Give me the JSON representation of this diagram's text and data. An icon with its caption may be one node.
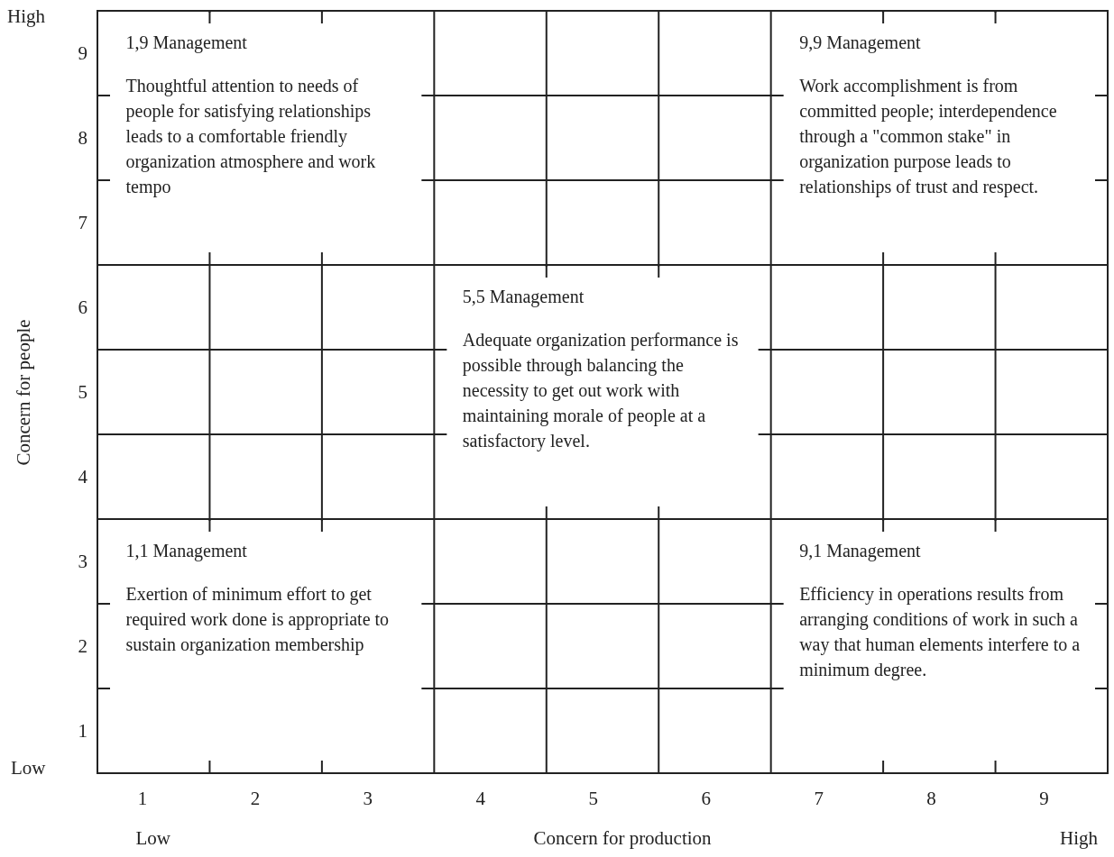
{
  "diagram": {
    "nodes": [
      {
        "text": [
          "1,9 Management",
          "Thoughtful attention to needs of people for satisfying relationships leads to a comfortable friendly organization atmosphere and work tempo"
        ]
      },
      {
        "text": [
          "9,9 Management",
          "Work accomplishment is from committed people; interdependence through a \"common stake\" in organization purpose leads to relationships of trust and respect."
        ]
      },
      {
        "text": [
          "5,5 Management",
          "Adequate organization performance is possible through balancing the necessity to get out work with maintaining morale of people at a satisfactory level."
        ]
      },
      {
        "text": [
          "1,1 Management",
          "Exertion of minimum effort to get required work done is appropriate to sustain organization membership"
        ]
      },
      {
        "text": [
          "9,1 Management",
          "Efficiency in operations results from arranging conditions of work in such a way that human elements interfere to a minimum degree."
        ]
      }
    ],
    "labels": [
      "High",
      "9",
      "8",
      "7",
      "6",
      "5",
      "4",
      "3",
      "2",
      "1",
      "Low",
      "Concern for people",
      "1",
      "2",
      "3",
      "4",
      "5",
      "6",
      "7",
      "8",
      "9",
      "Low",
      "Concern for production",
      "High"
    ]
  }
}
